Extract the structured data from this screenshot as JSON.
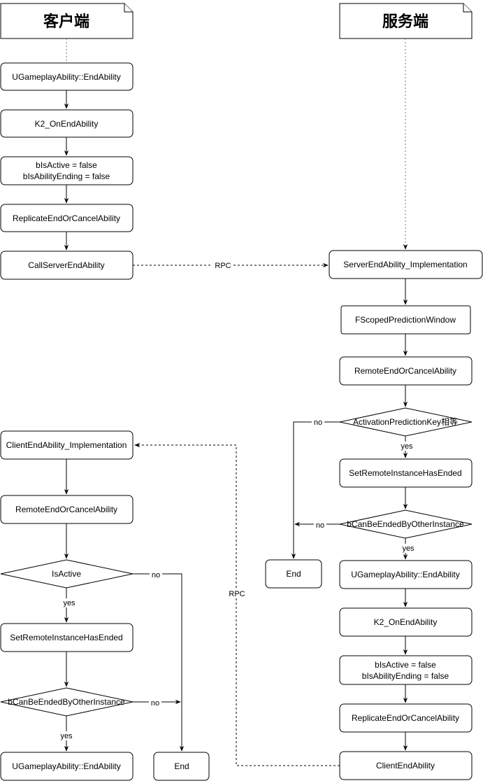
{
  "lanes": {
    "client_title": "客户端",
    "server_title": "服务端"
  },
  "client": {
    "end_ability": "UGameplayAbility::EndAbility",
    "k2_on_end": "K2_OnEndAbility",
    "is_active_line1": "bIsActive = false",
    "is_active_line2": "bIsAbilityEnding = false",
    "replicate": "ReplicateEndOrCancelAbility",
    "call_server": "CallServerEndAbility",
    "client_impl": "ClientEndAbility_Implementation",
    "remote_end": "RemoteEndOrCancelAbility",
    "is_active_check": "IsActive",
    "set_remote": "SetRemoteInstanceHasEnded",
    "can_be_ended": "bCanBeEndedByOtherInstance",
    "end_ability_2": "UGameplayAbility::EndAbility",
    "end": "End"
  },
  "server": {
    "impl": "ServerEndAbility_Implementation",
    "window": "FScopedPredictionWindow",
    "remote_end": "RemoteEndOrCancelAbility",
    "key_check": "ActivationPredictionKey相等",
    "set_remote": "SetRemoteInstanceHasEnded",
    "can_be_ended": "bCanBeEndedByOtherInstance",
    "end": "End",
    "end_ability": "UGameplayAbility::EndAbility",
    "k2_on_end": "K2_OnEndAbility",
    "is_active_line1": "bIsActive = false",
    "is_active_line2": "bIsAbilityEnding = false",
    "replicate": "ReplicateEndOrCancelAbility",
    "client_end": "ClientEndAbility"
  },
  "edge_labels": {
    "rpc_to_server": "RPC",
    "rpc_to_client": "RPC",
    "yes": "yes",
    "no": "no"
  }
}
